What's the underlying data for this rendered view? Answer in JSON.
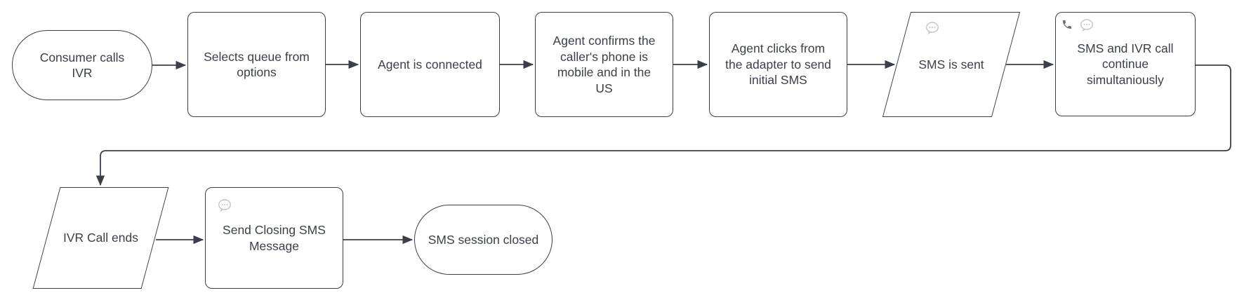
{
  "diagram": {
    "type": "flowchart",
    "colors": {
      "background": "#ffffff",
      "shape_fill": "#ffffff",
      "stroke": "#3b3f4a",
      "text": "#3b3f4a",
      "icon_light_gray": "#c5c6ca",
      "icon_dark_gray": "#6b6b75"
    },
    "nodes": [
      {
        "id": "consumer-calls-ivr",
        "shape": "terminator",
        "lines": [
          "Consumer calls",
          "IVR"
        ]
      },
      {
        "id": "selects-queue",
        "shape": "process",
        "lines": [
          "Selects queue from",
          "options"
        ]
      },
      {
        "id": "agent-connected",
        "shape": "process",
        "lines": [
          "Agent is connected"
        ]
      },
      {
        "id": "agent-confirms",
        "shape": "process",
        "lines": [
          "Agent confirms the",
          "caller's phone is",
          "mobile and in the",
          "US"
        ]
      },
      {
        "id": "agent-clicks-adapter",
        "shape": "process",
        "lines": [
          "Agent clicks from",
          "the adapter to send",
          "initial SMS"
        ]
      },
      {
        "id": "sms-is-sent",
        "shape": "parallelogram",
        "icons": [
          "message-bubble-icon"
        ],
        "lines": [
          "SMS is sent"
        ]
      },
      {
        "id": "sms-ivr-continue",
        "shape": "process",
        "icons": [
          "phone-icon",
          "message-bubble-icon"
        ],
        "lines": [
          "SMS and IVR call",
          "continue",
          "simultaniously"
        ]
      },
      {
        "id": "ivr-call-ends",
        "shape": "parallelogram",
        "lines": [
          "IVR Call ends"
        ]
      },
      {
        "id": "send-closing-sms",
        "shape": "process",
        "icons": [
          "message-bubble-icon"
        ],
        "lines": [
          "Send Closing SMS",
          "Message"
        ]
      },
      {
        "id": "sms-session-closed",
        "shape": "terminator",
        "lines": [
          "SMS session closed"
        ]
      }
    ],
    "edges": [
      {
        "from": "consumer-calls-ivr",
        "to": "selects-queue"
      },
      {
        "from": "selects-queue",
        "to": "agent-connected"
      },
      {
        "from": "agent-connected",
        "to": "agent-confirms"
      },
      {
        "from": "agent-confirms",
        "to": "agent-clicks-adapter"
      },
      {
        "from": "agent-clicks-adapter",
        "to": "sms-is-sent"
      },
      {
        "from": "sms-is-sent",
        "to": "sms-ivr-continue"
      },
      {
        "from": "sms-ivr-continue",
        "to": "ivr-call-ends"
      },
      {
        "from": "ivr-call-ends",
        "to": "send-closing-sms"
      },
      {
        "from": "send-closing-sms",
        "to": "sms-session-closed"
      }
    ]
  }
}
